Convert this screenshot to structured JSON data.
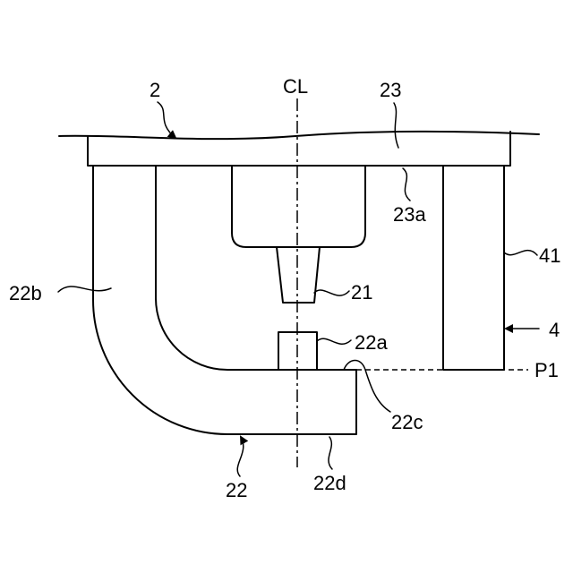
{
  "labels": {
    "cl": "CL",
    "n2": "2",
    "n23": "23",
    "n23a": "23a",
    "n41": "41",
    "n22b": "22b",
    "n21": "21",
    "n4": "4",
    "n22a": "22a",
    "p1": "P1",
    "n22c": "22c",
    "n22": "22",
    "n22d": "22d"
  }
}
